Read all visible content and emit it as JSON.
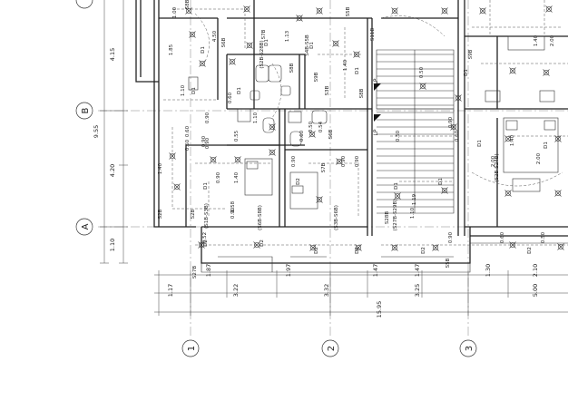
{
  "grid_axes": {
    "rows": [
      {
        "id": "row-b",
        "label": "B"
      },
      {
        "id": "row-a",
        "label": "A"
      }
    ],
    "columns": [
      {
        "id": "col-1",
        "label": "1"
      },
      {
        "id": "col-2",
        "label": "2"
      },
      {
        "id": "col-3",
        "label": "3"
      }
    ]
  },
  "dimensions": {
    "vertical_left": [
      "4.15",
      "9.55",
      "4.20",
      "1.10"
    ],
    "bottom_row1": [
      "1.87",
      "1.97",
      "1.47",
      "1.47",
      "1.30",
      "2.10"
    ],
    "bottom_row2": [
      "1.17",
      "3.22",
      "3.32",
      "3.25",
      "5.00"
    ],
    "bottom_total": "15.95"
  },
  "spot_dimensions": [
    "1.00",
    "4.50",
    "1.85",
    "1.10",
    "0.60",
    "0.90",
    "0.60",
    "0.60",
    "0.90",
    "1.40",
    "0.90",
    "1.58",
    "1.40",
    "0.90",
    "0.90",
    "0.90",
    "1.19",
    "0.50",
    "0.60",
    "0.90",
    "1.40",
    "1.40",
    "2.00",
    "2.00",
    "1.40",
    "0.50",
    "0.90",
    "1.10",
    "0.90",
    "0.60",
    "0.52",
    "2.00",
    "0.50",
    "0.90",
    "1.13",
    "0.55",
    "1.10",
    "0.60",
    "0.54",
    "0.50"
  ],
  "circuit_tags": [
    "S8B",
    "S5B",
    "S6B",
    "S7B",
    "S8B",
    "S9B",
    "(S2B-S28B)",
    "S4B-S5B",
    "(S1B-S3B)",
    "(S3B-S6B)",
    "S2B",
    "S2B",
    "(S6B-S8B)",
    "(S2B-S24B)",
    "(S27B-S29B)",
    "S28B",
    "S27B",
    "S5B",
    "S9B",
    "S11B",
    "S3B",
    "S6B",
    "S7B",
    "S8B"
  ],
  "lamp_tags": [
    "D1",
    "D1",
    "D1",
    "D1",
    "D1",
    "D1",
    "D1",
    "D2",
    "D2",
    "D2",
    "D2",
    "D2",
    "D2",
    "D1",
    "D1",
    "D1",
    "D1",
    "D1",
    "D2"
  ],
  "panel_tags": [
    "LP",
    "LP"
  ]
}
